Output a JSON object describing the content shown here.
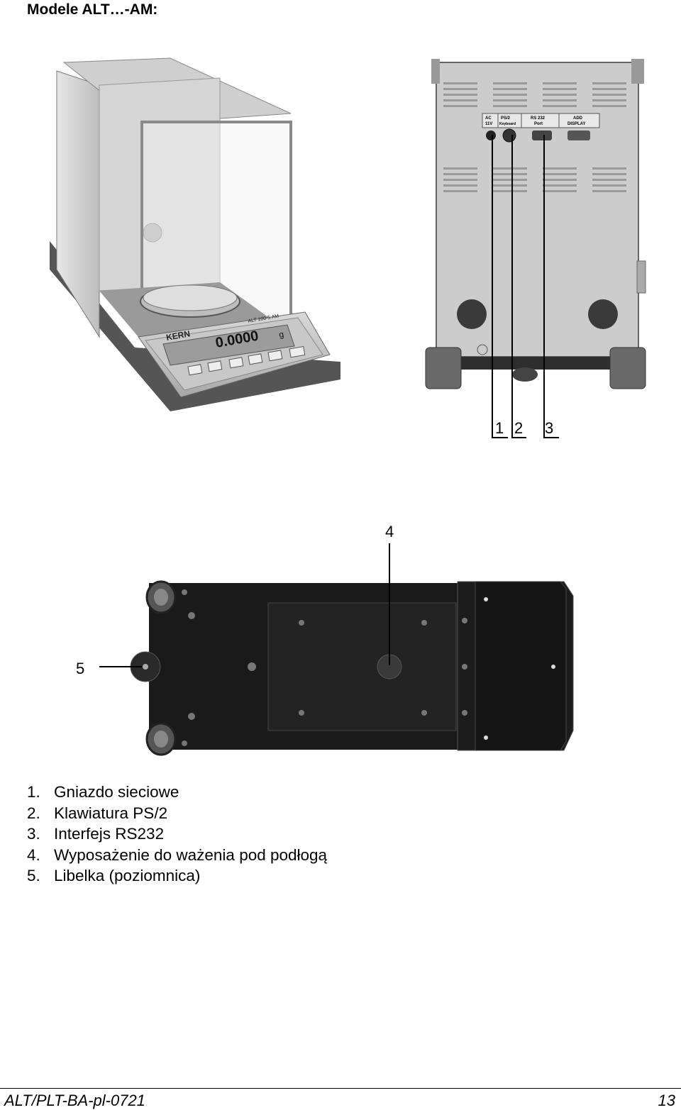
{
  "title": "Modele ALT…-AM:",
  "front_display": {
    "brand": "KERN",
    "model": "ALT 100-5 AM",
    "reading": "0.0000",
    "unit": "g"
  },
  "rear_labels": {
    "ac": "AC",
    "ac_sub": "11V",
    "ps2": "PS/2",
    "ps2_sub": "Keyboard",
    "rs232": "RS 232",
    "rs232_sub": "Port",
    "add_display": "ADD",
    "add_display_sub": "DISPLAY"
  },
  "callouts": {
    "c1": "1",
    "c2": "2",
    "c3": "3",
    "c4": "4",
    "c5": "5"
  },
  "legend": [
    {
      "num": "1.",
      "text": "Gniazdo sieciowe"
    },
    {
      "num": "2.",
      "text": "Klawiatura PS/2"
    },
    {
      "num": "3.",
      "text": "Interfejs RS232"
    },
    {
      "num": "4.",
      "text": "Wyposażenie do ważenia pod podłogą"
    },
    {
      "num": "5.",
      "text": "Libelka (poziomnica)"
    }
  ],
  "footer": {
    "doc_id": "ALT/PLT-BA-pl-0721",
    "page": "13"
  }
}
